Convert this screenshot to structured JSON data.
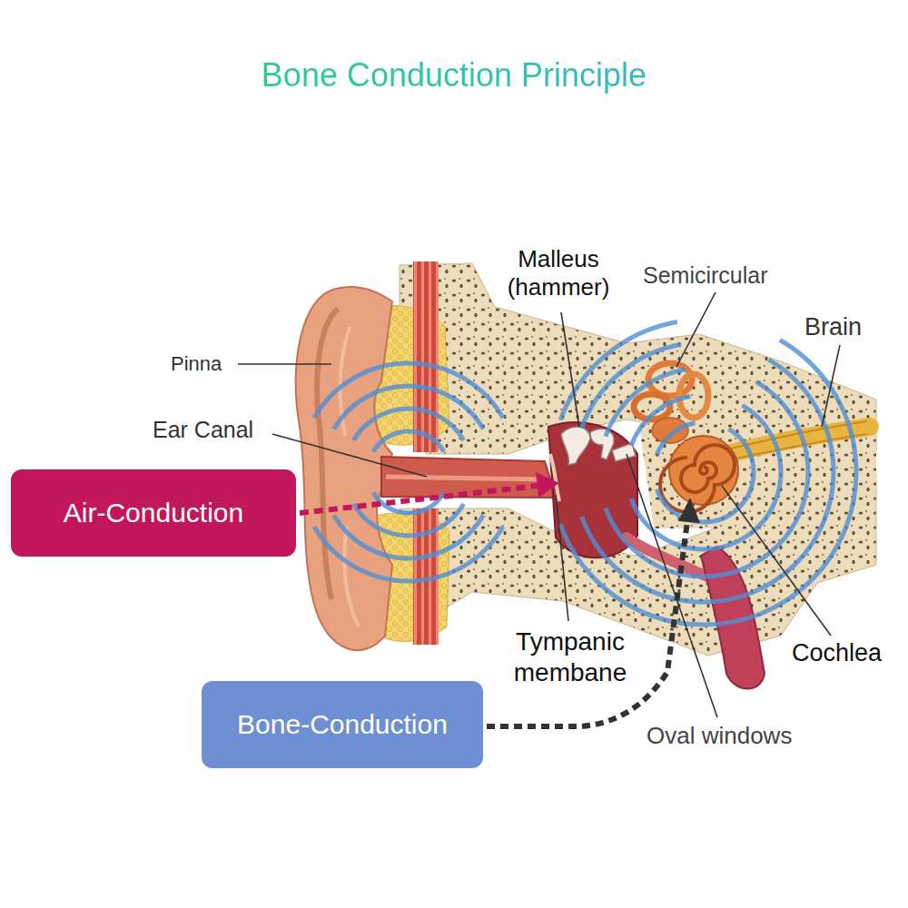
{
  "diagram": {
    "title": "Bone Conduction Principle",
    "nodes": [
      {
        "text": [
          "Air-Conduction"
        ]
      },
      {
        "text": [
          "Bone-Conduction"
        ]
      }
    ],
    "labels": [
      "Pinna",
      "Ear Canal",
      "Malleus (hammer)",
      "Semicircular",
      "Brain",
      "Tympanic membane",
      "Cochlea",
      "Oval windows"
    ]
  }
}
